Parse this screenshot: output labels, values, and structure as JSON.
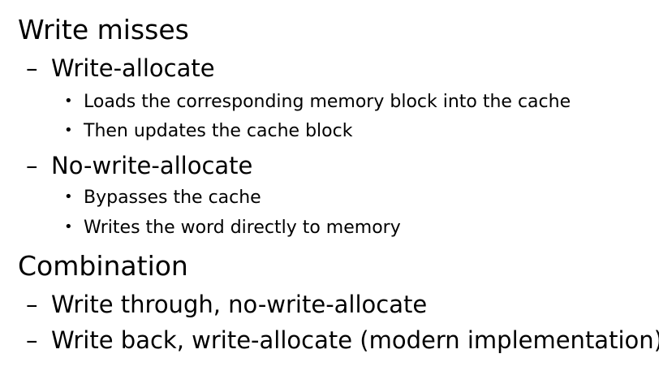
{
  "slide": {
    "heading_1": "Write misses",
    "write_misses": [
      {
        "label": "Write-allocate",
        "bullets": [
          "Loads the corresponding memory block into the cache",
          "Then updates the cache block"
        ]
      },
      {
        "label": "No-write-allocate",
        "bullets": [
          "Bypasses the cache",
          "Writes the word directly to memory"
        ]
      }
    ],
    "heading_2": "Combination",
    "combination": [
      "Write through, no-write-allocate",
      "Write back, write-allocate (modern implementation)"
    ],
    "dash_marker": "–",
    "bullet_marker": "•"
  }
}
